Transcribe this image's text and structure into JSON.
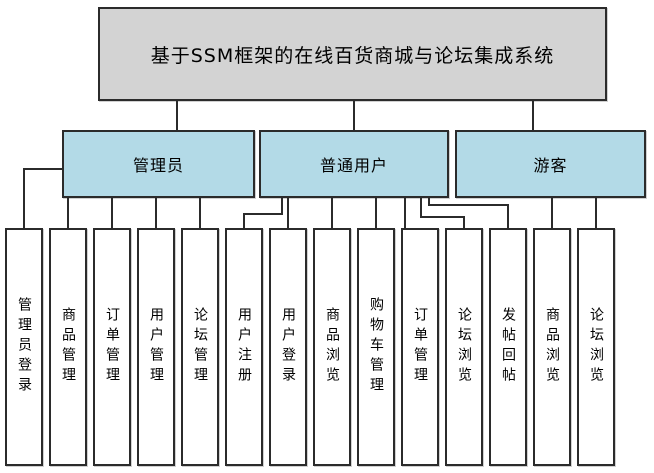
{
  "diagram": {
    "root": {
      "label": "基于SSM框架的在线百货商城与论坛集成系统"
    },
    "roles": [
      {
        "label": "管理员",
        "children": [
          "管理员登录",
          "商品管理",
          "订单管理",
          "用户管理",
          "论坛管理"
        ]
      },
      {
        "label": "普通用户",
        "children": [
          "用户注册",
          "用户登录",
          "商品浏览",
          "购物车管理",
          "订单管理",
          "论坛浏览",
          "发帖回帖"
        ]
      },
      {
        "label": "游客",
        "children": [
          "商品浏览",
          "论坛浏览"
        ]
      }
    ]
  },
  "colors": {
    "line-color": "#2b2b2b",
    "root-fill": "#d3d3d3",
    "role-fill": "#b3dae7",
    "leaf-fill": "#ffffff"
  }
}
